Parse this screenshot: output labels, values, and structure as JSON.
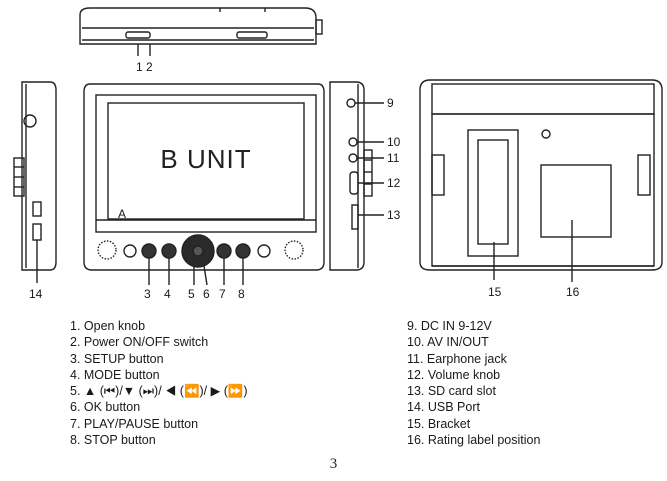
{
  "diagram": {
    "screen_text": "B UNIT",
    "screen_corner_mark": "A",
    "callouts": {
      "top": "1 2",
      "bottom": [
        "3",
        "4",
        "5",
        "6",
        "7",
        "8"
      ],
      "right_side": [
        "9",
        "10",
        "11",
        "12",
        "13"
      ],
      "left_side": "14",
      "back": [
        "15",
        "16"
      ]
    }
  },
  "legend_left": [
    "1. Open knob",
    "2. Power ON/OFF switch",
    "3. SETUP button",
    "4. MODE  button",
    "5. ▲ (⏮)/▼ (⏭)/ ◀ (⏪)/ ▶ (⏩)",
    "6. OK button",
    "7. PLAY/PAUSE button",
    "8. STOP button"
  ],
  "legend_right": [
    "9. DC IN 9-12V",
    "10. AV IN/OUT",
    "11. Earphone jack",
    "12. Volume knob",
    "13. SD card slot",
    "14. USB Port",
    "15. Bracket",
    "16. Rating label position"
  ],
  "page_number": "3"
}
